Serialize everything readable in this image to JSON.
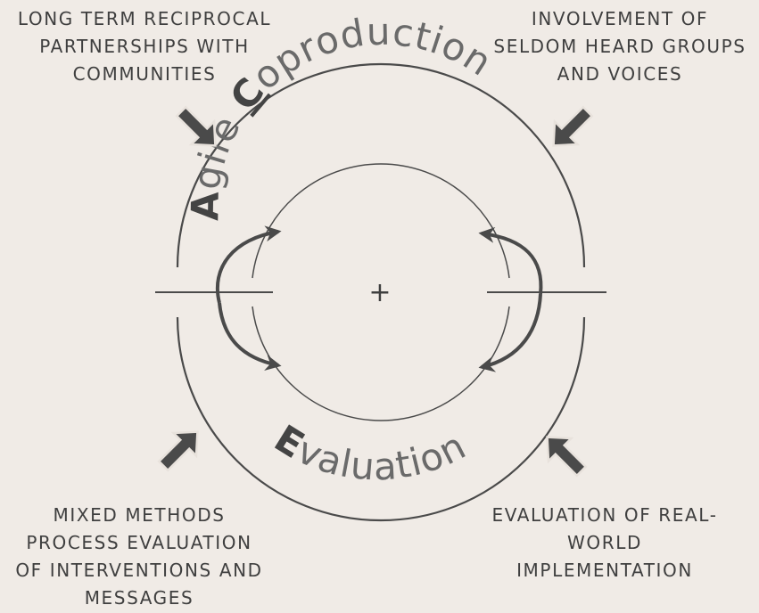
{
  "title": {
    "first_initial": "A",
    "first_rest": "gile ",
    "second_initial": "C",
    "second_rest": "oproduction",
    "bottom_initial": "E",
    "bottom_rest": "valuation"
  },
  "center_symbol": "+",
  "corners": {
    "top_left": [
      "LONG TERM RECIPROCAL",
      "PARTNERSHIPS WITH",
      "COMMUNITIES"
    ],
    "top_right": [
      "INVOLVEMENT OF",
      "SELDOM HEARD GROUPS",
      "AND VOICES"
    ],
    "bottom_left": [
      "MIXED METHODS",
      "PROCESS EVALUATION",
      "OF INTERVENTIONS AND",
      "MESSAGES"
    ],
    "bottom_right": [
      "EVALUATION OF REAL-",
      "WORLD",
      "IMPLEMENTATION"
    ]
  },
  "colors": {
    "background": "#f0ebe6",
    "stroke": "#4a4a4a",
    "text": "#3f3f3f"
  }
}
